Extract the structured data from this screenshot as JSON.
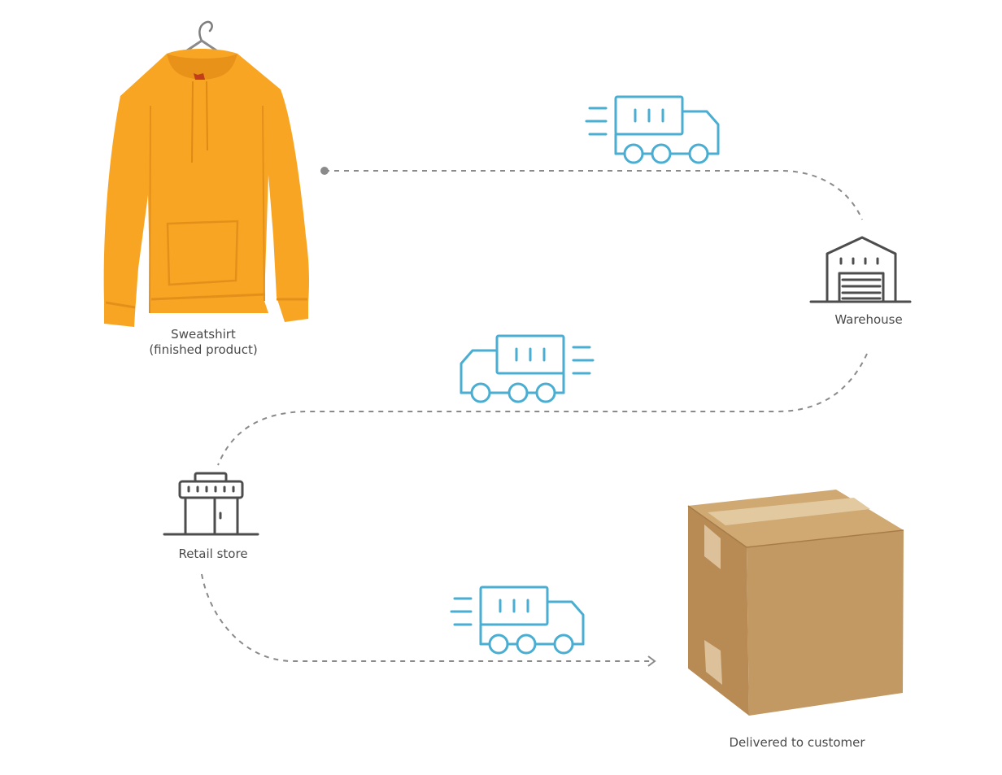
{
  "nodes": {
    "sweatshirt": {
      "line1": "Sweatshirt",
      "line2": "(finished product)"
    },
    "warehouse": {
      "label": "Warehouse"
    },
    "retail": {
      "label": "Retail store"
    },
    "customer": {
      "label": "Delivered to customer"
    }
  },
  "icons": {
    "product": "hoodie-icon",
    "transport": "delivery-truck-icon",
    "warehouse": "warehouse-icon",
    "retail": "retail-store-icon",
    "destination": "cardboard-box-icon"
  },
  "colors": {
    "truck": "#4aaed3",
    "building": "#4d4d4d",
    "route": "#8a8a8a",
    "hoodie": "#f8a524",
    "box": "#c49a64"
  }
}
